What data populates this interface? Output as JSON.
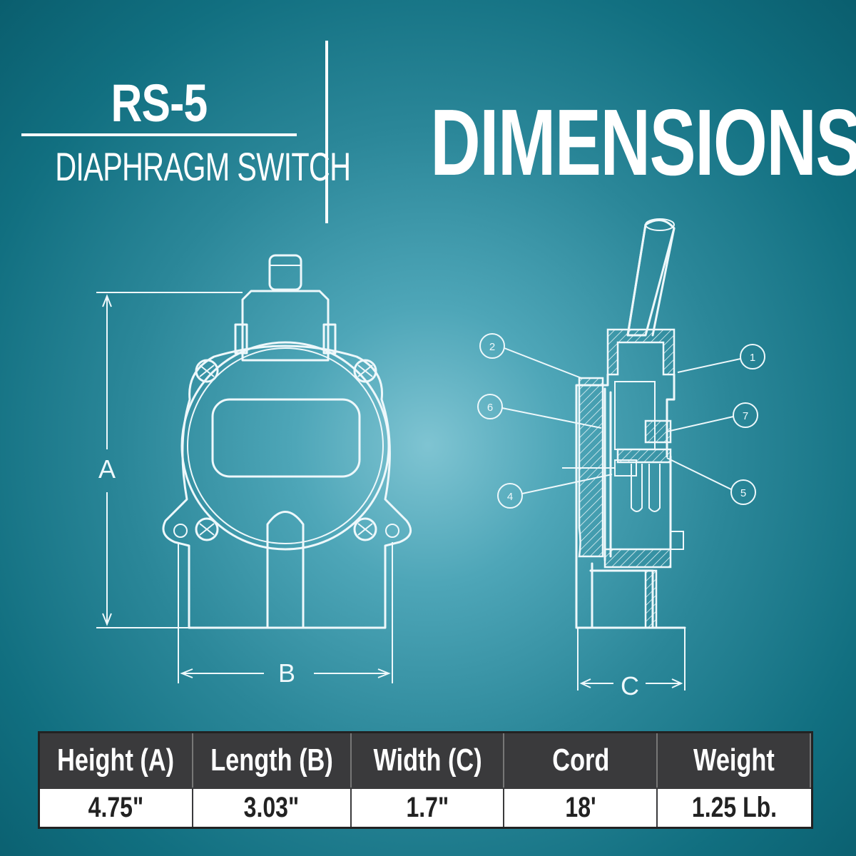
{
  "header": {
    "model": "RS-5",
    "subtitle": "DIAPHRAGM SWITCH",
    "heading": "DIMENSIONS"
  },
  "diagram": {
    "front_view": {
      "height_label": "A",
      "length_label": "B"
    },
    "side_view": {
      "width_label": "C",
      "callouts": [
        "1",
        "2",
        "4",
        "5",
        "6",
        "7"
      ]
    }
  },
  "specs": {
    "headers": [
      "Height (A)",
      "Length (B)",
      "Width (C)",
      "Cord",
      "Weight"
    ],
    "values": [
      "4.75\"",
      "3.03\"",
      "1.7\"",
      "18'",
      "1.25 Lb."
    ]
  },
  "colors": {
    "background": "#2b8799",
    "line": "#eef8fb",
    "table_header": "#3a3a3c"
  }
}
